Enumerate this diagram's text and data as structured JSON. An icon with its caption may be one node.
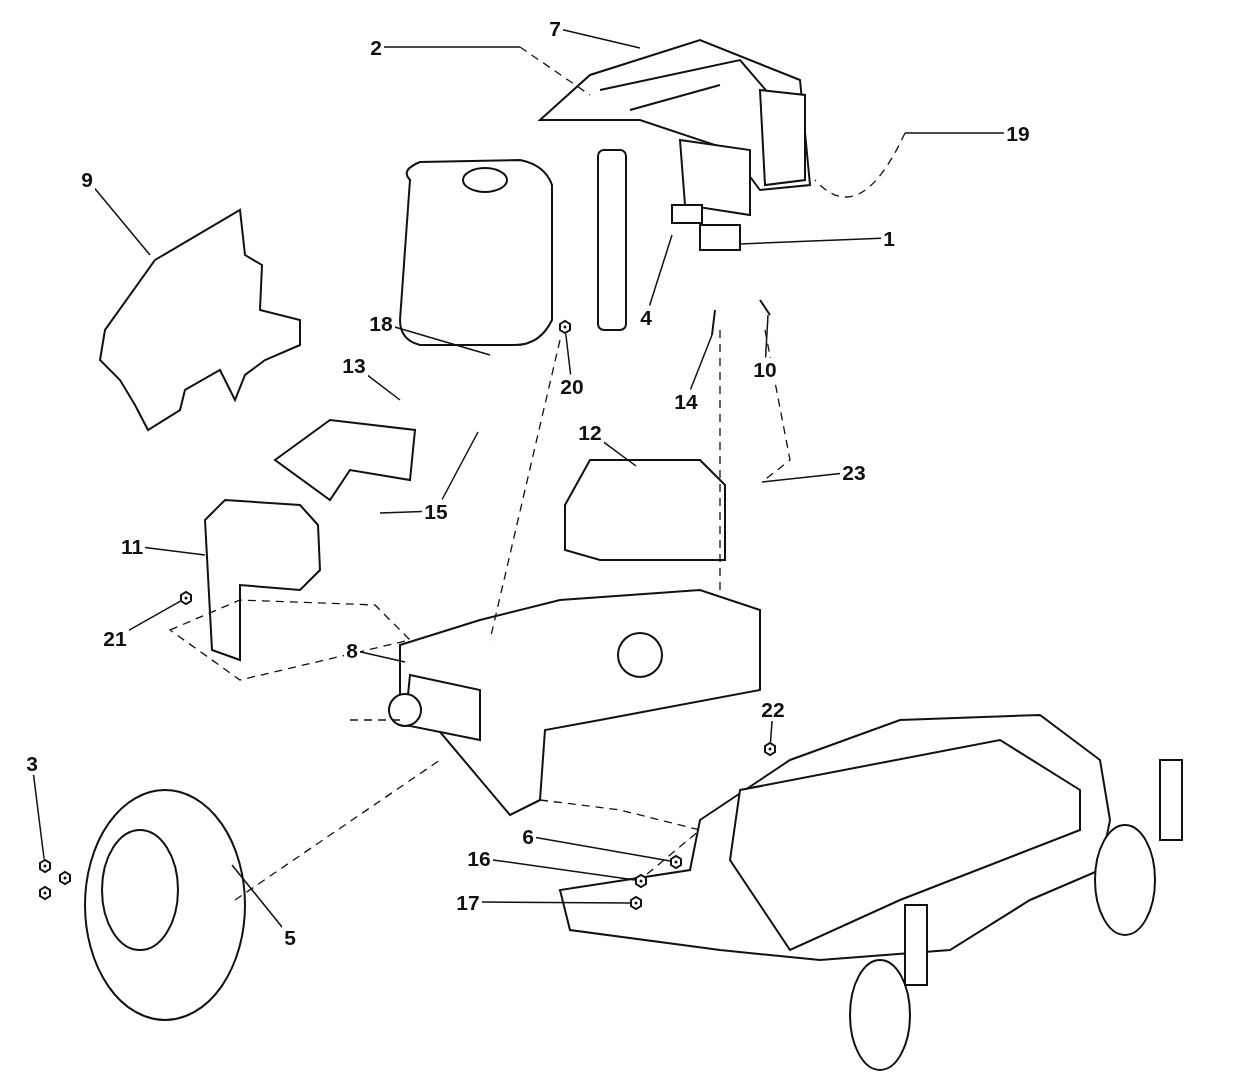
{
  "diagram": {
    "nodes": [
      {
        "text": [
          "7"
        ]
      },
      {
        "text": [
          "2"
        ]
      },
      {
        "text": [
          "19"
        ]
      },
      {
        "text": [
          "9"
        ]
      },
      {
        "text": [
          "1"
        ]
      },
      {
        "text": [
          "4"
        ]
      },
      {
        "text": [
          "18"
        ]
      },
      {
        "text": [
          "13"
        ]
      },
      {
        "text": [
          "10"
        ]
      },
      {
        "text": [
          "20"
        ]
      },
      {
        "text": [
          "14"
        ]
      },
      {
        "text": [
          "12"
        ]
      },
      {
        "text": [
          "23"
        ]
      },
      {
        "text": [
          "15"
        ]
      },
      {
        "text": [
          "11"
        ]
      },
      {
        "text": [
          "21"
        ]
      },
      {
        "text": [
          "8"
        ]
      },
      {
        "text": [
          "22"
        ]
      },
      {
        "text": [
          "3"
        ]
      },
      {
        "text": [
          "6"
        ]
      },
      {
        "text": [
          "16"
        ]
      },
      {
        "text": [
          "17"
        ]
      },
      {
        "text": [
          "5"
        ]
      },
      {
        "text": [],
        "shape": "picture"
      },
      {
        "text": [],
        "shape": "picture"
      },
      {
        "text": [],
        "shape": "picture"
      },
      {
        "text": [],
        "shape": "picture"
      },
      {
        "text": [],
        "shape": "picture"
      },
      {
        "text": [],
        "shape": "picture"
      },
      {
        "text": [],
        "shape": "picture"
      }
    ],
    "edges": [
      {
        "from": 0,
        "to": null,
        "arrow": "none"
      },
      {
        "from": 1,
        "to": null,
        "arrow": "none"
      },
      {
        "from": 2,
        "to": null,
        "arrow": "none"
      },
      {
        "from": 3,
        "to": null,
        "arrow": "none"
      },
      {
        "from": 4,
        "to": null,
        "arrow": "none"
      },
      {
        "from": 5,
        "to": null,
        "arrow": "none"
      },
      {
        "from": 6,
        "to": null,
        "arrow": "none"
      },
      {
        "from": 7,
        "to": null,
        "arrow": "none"
      },
      {
        "from": 8,
        "to": null,
        "arrow": "none"
      },
      {
        "from": 9,
        "to": 23,
        "arrow": "none"
      },
      {
        "from": 10,
        "to": null,
        "arrow": "none"
      },
      {
        "from": 11,
        "to": null,
        "arrow": "none"
      },
      {
        "from": 12,
        "to": null,
        "arrow": "none"
      },
      {
        "from": 13,
        "to": null,
        "arrow": "none"
      },
      {
        "from": 13,
        "to": null,
        "arrow": "none"
      },
      {
        "from": 14,
        "to": null,
        "arrow": "none"
      },
      {
        "from": 15,
        "to": 24,
        "arrow": "none"
      },
      {
        "from": 16,
        "to": null,
        "arrow": "none"
      },
      {
        "from": 17,
        "to": 25,
        "arrow": "none"
      },
      {
        "from": 18,
        "to": 27,
        "arrow": "none"
      },
      {
        "from": 19,
        "to": 26,
        "arrow": "none"
      },
      {
        "from": 20,
        "to": 28,
        "arrow": "none"
      },
      {
        "from": 21,
        "to": 29,
        "arrow": "none"
      },
      {
        "from": 22,
        "to": null,
        "arrow": "none"
      }
    ]
  }
}
